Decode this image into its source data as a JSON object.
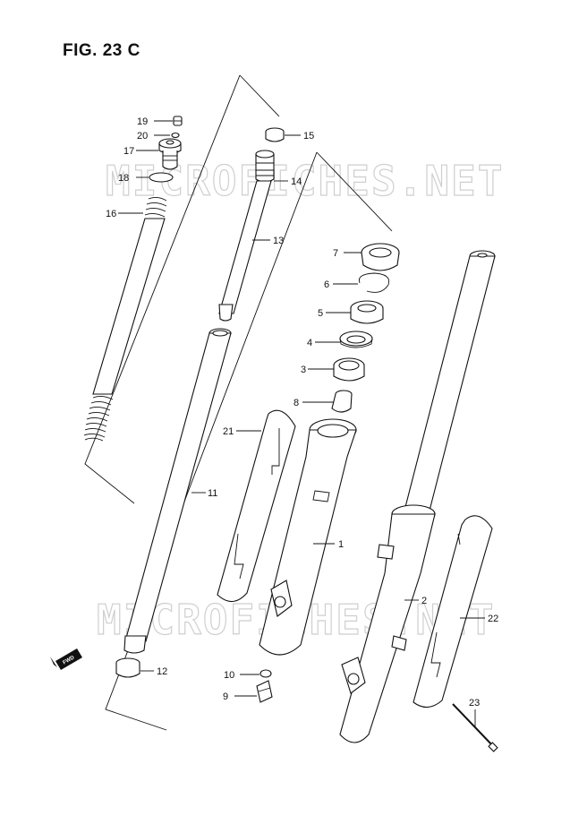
{
  "figure": {
    "title": "FIG. 23 C"
  },
  "watermark": {
    "text": "MICROFICHES.NET"
  },
  "fwd_label": "FWD",
  "callouts": [
    {
      "id": "19",
      "label": "19"
    },
    {
      "id": "20",
      "label": "20"
    },
    {
      "id": "17",
      "label": "17"
    },
    {
      "id": "18",
      "label": "18"
    },
    {
      "id": "16",
      "label": "16"
    },
    {
      "id": "15",
      "label": "15"
    },
    {
      "id": "14",
      "label": "14"
    },
    {
      "id": "13",
      "label": "13"
    },
    {
      "id": "7",
      "label": "7"
    },
    {
      "id": "6",
      "label": "6"
    },
    {
      "id": "5",
      "label": "5"
    },
    {
      "id": "4",
      "label": "4"
    },
    {
      "id": "3",
      "label": "3"
    },
    {
      "id": "8",
      "label": "8"
    },
    {
      "id": "21",
      "label": "21"
    },
    {
      "id": "1",
      "label": "1"
    },
    {
      "id": "11",
      "label": "11"
    },
    {
      "id": "2",
      "label": "2"
    },
    {
      "id": "22",
      "label": "22"
    },
    {
      "id": "12",
      "label": "12"
    },
    {
      "id": "10",
      "label": "10"
    },
    {
      "id": "9",
      "label": "9"
    },
    {
      "id": "23",
      "label": "23"
    }
  ]
}
